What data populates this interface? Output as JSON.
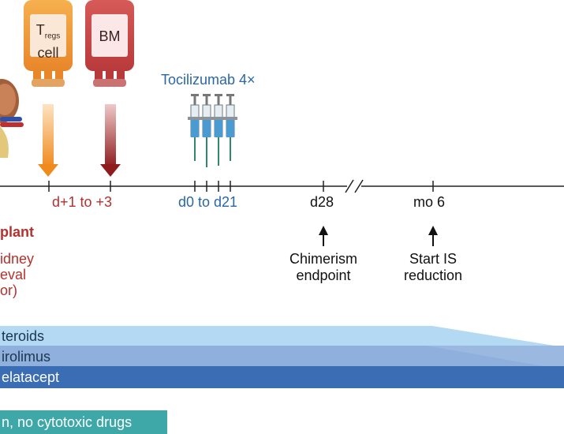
{
  "bags": {
    "tregs": {
      "main": "T",
      "sub": "regs",
      "line2": "cell"
    },
    "bm": {
      "label": "BM"
    }
  },
  "tocilizumab": {
    "label": "Tocilizumab 4×"
  },
  "timeline": {
    "labels": {
      "d1_3": "d+1 to +3",
      "d0_21": "d0 to d21",
      "d28": "d28",
      "mo6": "mo 6"
    }
  },
  "left_text": {
    "transplant": "plant",
    "line1": "idney",
    "line2": "eval",
    "line3": "or)"
  },
  "annotations": {
    "chimerism": {
      "line1": "Chimerism",
      "line2": "endpoint"
    },
    "start_is": {
      "line1": "Start IS",
      "line2": "reduction"
    }
  },
  "bands": {
    "steroids": "teroids",
    "sirolimus": "irolimus",
    "belatacept": "elatacept"
  },
  "footer_tag": "n, no cytotoxic drugs",
  "colors": {
    "orange": "#f29a36",
    "dark_red": "#8e1c1e",
    "steroids_band": "#b3daf2",
    "sirolimus_band": "#8fb0dc",
    "belatacept_band": "#3b6db5",
    "teal": "#3ea8a9",
    "syringe_blue": "#4a9bd1"
  }
}
